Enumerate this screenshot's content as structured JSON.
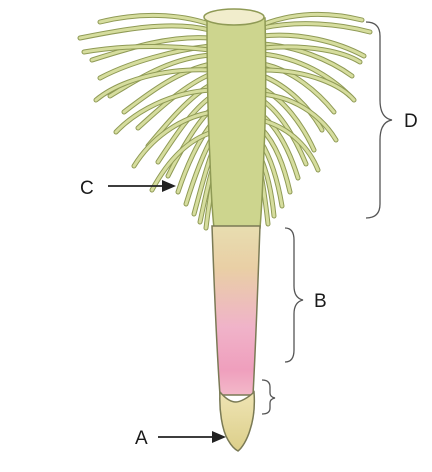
{
  "labels": {
    "a": "A",
    "b": "B",
    "c": "C",
    "d": "D"
  },
  "colors": {
    "root_hair": "#d6dd9e",
    "root_hair_edge": "#8f9a55",
    "root_upper": "#ead7a6",
    "elongation": "#efb7cd",
    "root_cap": "#e6dd9a",
    "outline": "#7a7a55",
    "arrow": "#222222",
    "brace": "#555555"
  }
}
